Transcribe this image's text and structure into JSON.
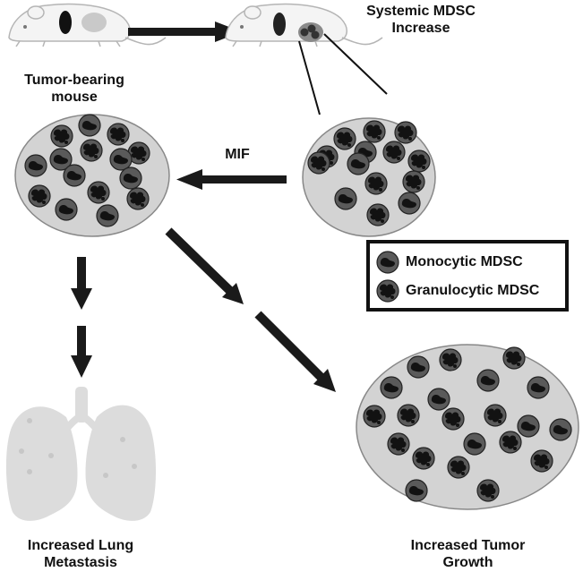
{
  "labels": {
    "tumor_mouse": [
      "Tumor-bearing",
      "mouse"
    ],
    "systemic": [
      "Systemic MDSC",
      "Increase"
    ],
    "mif": "MIF",
    "lung": [
      "Increased Lung",
      "Metastasis"
    ],
    "tumor_growth": [
      "Increased Tumor",
      "Growth"
    ]
  },
  "legend": {
    "monocytic": "Monocytic MDSC",
    "granulocytic": "Granulocytic MDSC"
  },
  "colors": {
    "cell_bg": "#d3d3d3",
    "mdsc_body": "#5a5a5a",
    "nucleus": "#121212",
    "arrow": "#1a1a1a",
    "mouse_fill": "#f4f4f4",
    "lung_fill": "#dcdcdc"
  },
  "icons": [
    "mouse-icon",
    "lung-icon",
    "monocytic-cell-icon",
    "granulocytic-cell-icon"
  ]
}
